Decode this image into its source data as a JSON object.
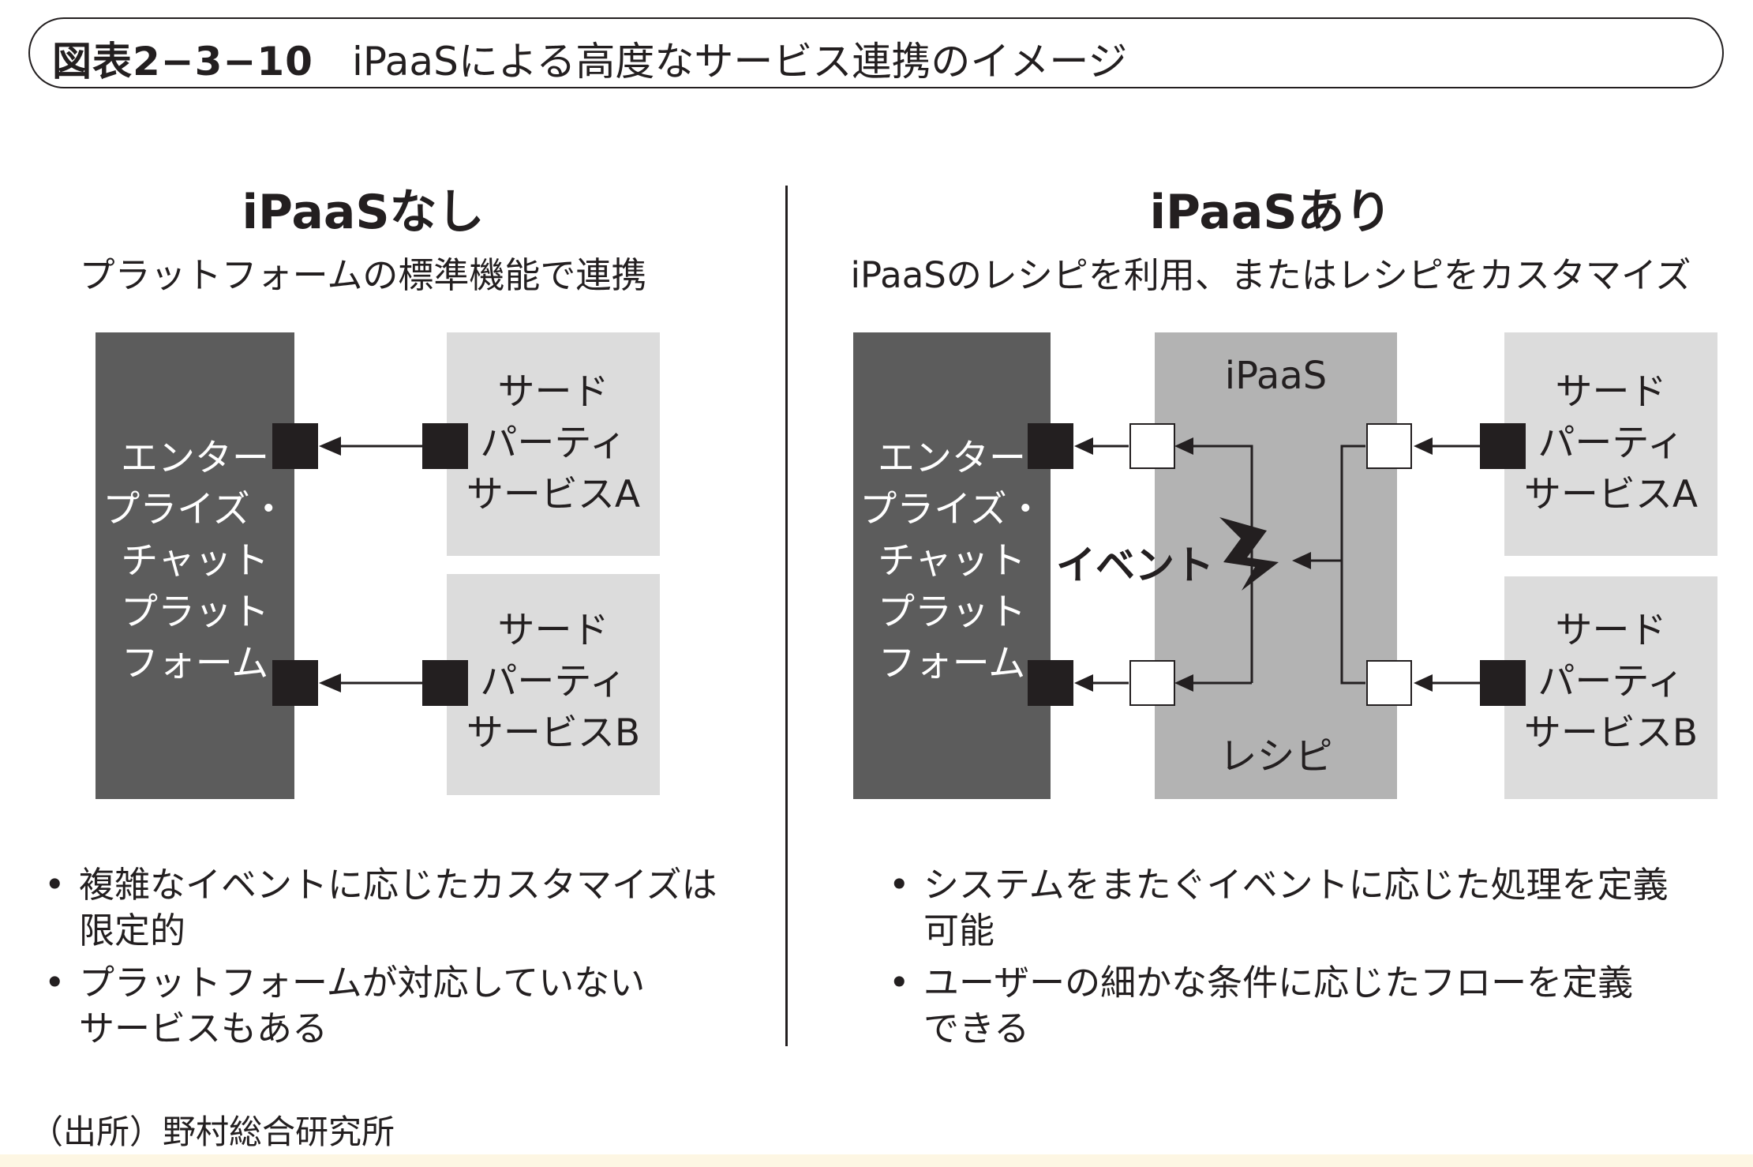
{
  "figure": {
    "number": "図表2−3−10",
    "title": "iPaaSによる高度なサービス連携のイメージ"
  },
  "left": {
    "heading": "iPaaSなし",
    "subheading": "プラットフォームの標準機能で連携",
    "platform_lines": [
      "エンター",
      "プライズ・",
      "チャット",
      "プラット",
      "フォーム"
    ],
    "service_a_lines": [
      "サード",
      "パーティ",
      "サービスA"
    ],
    "service_b_lines": [
      "サード",
      "パーティ",
      "サービスB"
    ],
    "bullets": [
      [
        "複雑なイベントに応じたカスタマイズは",
        "限定的"
      ],
      [
        "プラットフォームが対応していない",
        "サービスもある"
      ]
    ]
  },
  "right": {
    "heading": "iPaaSあり",
    "subheading": "iPaaSのレシピを利用、またはレシピをカスタマイズ",
    "platform_lines": [
      "エンター",
      "プライズ・",
      "チャット",
      "プラット",
      "フォーム"
    ],
    "ipaas_label": "iPaaS",
    "event_label": "イベント",
    "recipe_label": "レシピ",
    "service_a_lines": [
      "サード",
      "パーティ",
      "サービスA"
    ],
    "service_b_lines": [
      "サード",
      "パーティ",
      "サービスB"
    ],
    "bullets": [
      [
        "システムをまたぐイベントに応じた処理を定義",
        "可能"
      ],
      [
        "ユーザーの細かな条件に応じたフローを定義",
        "できる"
      ]
    ]
  },
  "bullet_symbol": "•",
  "source": "（出所）野村総合研究所",
  "colors": {
    "platform": "#5c5c5c",
    "service": "#dcdcdc",
    "ipaas": "#b3b3b3",
    "ink": "#231f20"
  }
}
